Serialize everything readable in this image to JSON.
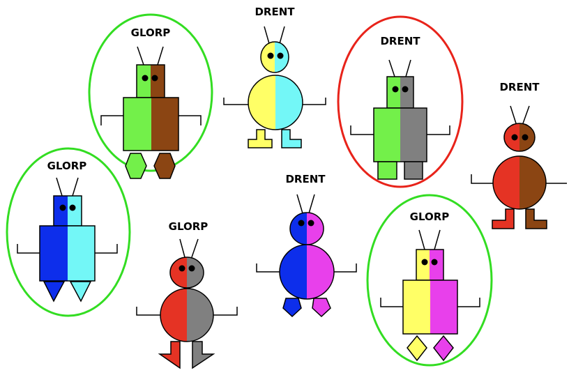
{
  "colors": {
    "green": "#73F04A",
    "brown": "#8B4513",
    "yellow": "#FFFF66",
    "cyan": "#73F7F7",
    "blue": "#0D2EEB",
    "magenta": "#E840EB",
    "red": "#E53324",
    "gray": "#808080",
    "ring_green": "#33DD22",
    "ring_red": "#E8231A"
  },
  "creatures": [
    {
      "id": "glorp-green-brown",
      "label": "GLORP",
      "ring": "green"
    },
    {
      "id": "drent-yellow-cyan",
      "label": "DRENT",
      "ring": null
    },
    {
      "id": "drent-green-gray",
      "label": "DRENT",
      "ring": "red"
    },
    {
      "id": "drent-red-brown",
      "label": "DRENT",
      "ring": null
    },
    {
      "id": "glorp-blue-cyan",
      "label": "GLORP",
      "ring": "green"
    },
    {
      "id": "glorp-red-gray",
      "label": "GLORP",
      "ring": null
    },
    {
      "id": "drent-blue-magenta",
      "label": "DRENT",
      "ring": null
    },
    {
      "id": "glorp-yellow-magenta",
      "label": "GLORP",
      "ring": "green"
    }
  ]
}
